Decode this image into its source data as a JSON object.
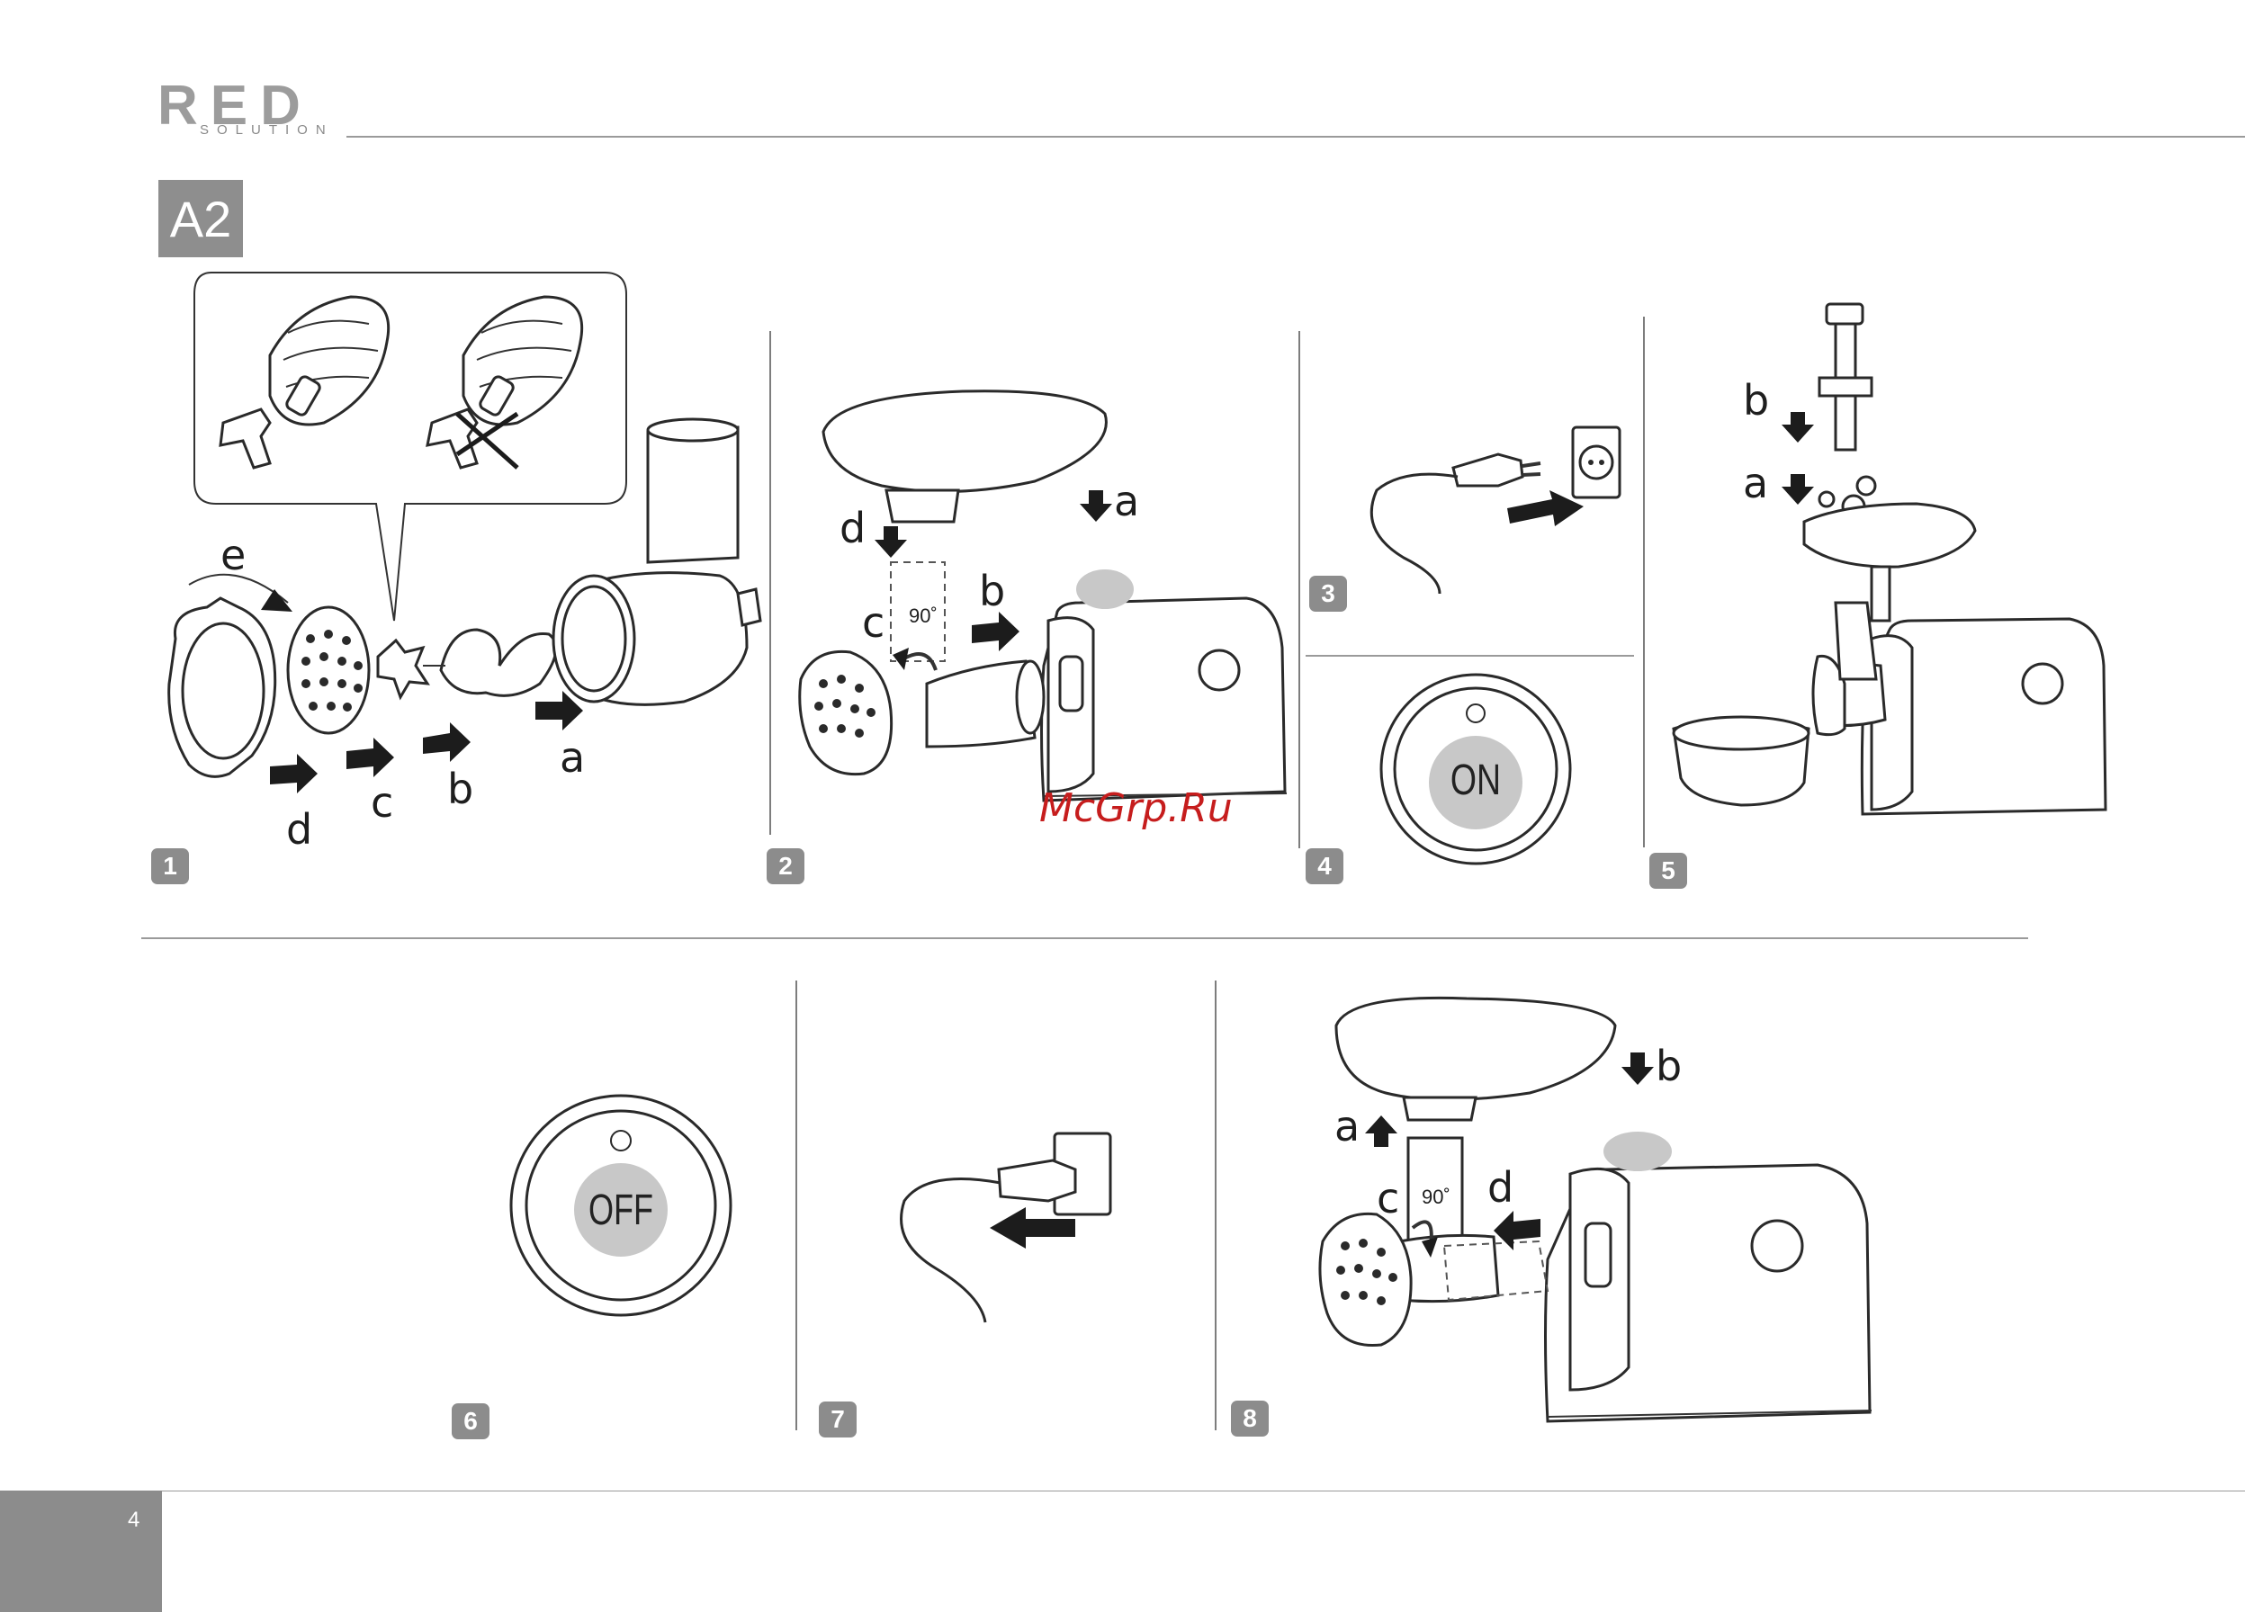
{
  "header": {
    "brand": "RED",
    "brand_sub": "SOLUTION"
  },
  "section": {
    "tag": "A2"
  },
  "steps": [
    "1",
    "2",
    "3",
    "4",
    "5",
    "6",
    "7",
    "8"
  ],
  "step1_labels": {
    "a": "a",
    "b": "b",
    "c": "c",
    "d": "d",
    "e": "e"
  },
  "step2_labels": {
    "a": "a",
    "b": "b",
    "c": "c",
    "d": "d",
    "angle": "90˚"
  },
  "step4_button": {
    "text": "ON"
  },
  "step5_labels": {
    "a": "a",
    "b": "b"
  },
  "step6_button": {
    "text": "OFF"
  },
  "step8_labels": {
    "a": "a",
    "b": "b",
    "c": "c",
    "d": "d",
    "angle": "90˚"
  },
  "watermark": "McGrp.Ru",
  "footer": {
    "page_number": "4"
  },
  "colors": {
    "panel_gray": "#8c8c8c",
    "watermark_red": "#c61d1d",
    "button_fill": "#c8c8c8"
  }
}
